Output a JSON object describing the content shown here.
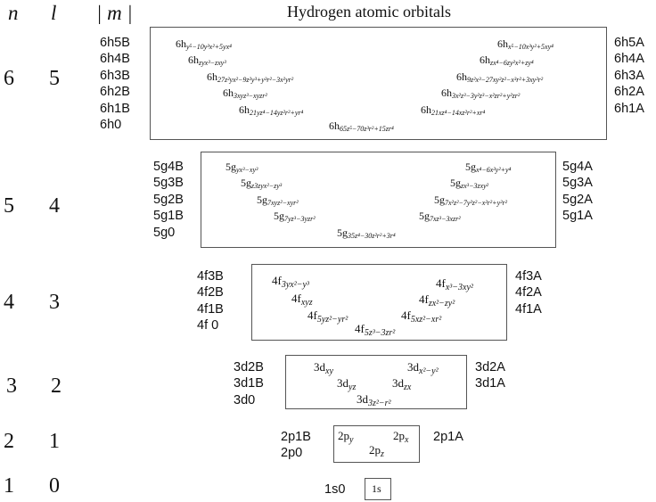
{
  "header": {
    "n": "n",
    "l": "l",
    "m": "| m |"
  },
  "title": "Hydrogen atomic orbitals",
  "rows": [
    {
      "n": "6",
      "l": "5",
      "left_labels": [
        "6h5B",
        "6h4B",
        "6h3B",
        "6h2B",
        "6h1B",
        "6h0"
      ],
      "right_labels": [
        "6h5A",
        "6h4A",
        "6h3A",
        "6h2A",
        "6h1A"
      ],
      "orbitals": [
        {
          "prefix": "6h",
          "sub": "y⁵−10y³x²+5yx⁴"
        },
        {
          "prefix": "6h",
          "sub": "zyx³−zxy³"
        },
        {
          "prefix": "6h",
          "sub": "27z²yx²−9z²y³+y³r²−3x²yr²"
        },
        {
          "prefix": "6h",
          "sub": "3xyz³−xyzr²"
        },
        {
          "prefix": "6h",
          "sub": "21yz⁴−14yz²r²+yr⁴"
        },
        {
          "prefix": "6h",
          "sub": "65z⁵−70z³r²+15zr⁴"
        },
        {
          "prefix": "6h",
          "sub": "x⁵−10x³y²+5xy⁴"
        },
        {
          "prefix": "6h",
          "sub": "zx⁴−6zy²x²+zy⁴"
        },
        {
          "prefix": "6h",
          "sub": "9z²x³−27xy²z²−x³r²+3xy²r²"
        },
        {
          "prefix": "6h",
          "sub": "3x²z³−3y²z³−x²zr²+y²zr²"
        },
        {
          "prefix": "6h",
          "sub": "21xz⁴−14xz²r²+xr⁴"
        }
      ]
    },
    {
      "n": "5",
      "l": "4",
      "left_labels": [
        "5g4B",
        "5g3B",
        "5g2B",
        "5g1B",
        "5g0"
      ],
      "right_labels": [
        "5g4A",
        "5g3A",
        "5g2A",
        "5g1A"
      ],
      "orbitals": [
        {
          "prefix": "5g",
          "sub": "yx³−xy³"
        },
        {
          "prefix": "5g",
          "sub": "z3zyx²−zy³"
        },
        {
          "prefix": "5g",
          "sub": "7xyz²−xyr²"
        },
        {
          "prefix": "5g",
          "sub": "7yz³−3yzr²"
        },
        {
          "prefix": "5g",
          "sub": "35z⁴−30z²r²+3r⁴"
        },
        {
          "prefix": "5g",
          "sub": "x⁴−6x²y²+y⁴"
        },
        {
          "prefix": "5g",
          "sub": "zx³−3zxy²"
        },
        {
          "prefix": "5g",
          "sub": "7x²z²−7y²z²−x²r²+y²r²"
        },
        {
          "prefix": "5g",
          "sub": "7xz³−3xzr²"
        }
      ]
    },
    {
      "n": "4",
      "l": "3",
      "left_labels": [
        "4f3B",
        "4f2B",
        "4f1B",
        "4f 0"
      ],
      "right_labels": [
        "4f3A",
        "4f2A",
        "4f1A"
      ],
      "orbitals": [
        {
          "prefix": "4f",
          "sub": "3yx²−y³"
        },
        {
          "prefix": "4f",
          "sub": "xyz"
        },
        {
          "prefix": "4f",
          "sub": "5yz²−yr²"
        },
        {
          "prefix": "4f",
          "sub": "5z³−3zr²"
        },
        {
          "prefix": "4f",
          "sub": "x³−3xy²"
        },
        {
          "prefix": "4f",
          "sub": "zx²−zy²"
        },
        {
          "prefix": "4f",
          "sub": "5xz²−xr²"
        }
      ]
    },
    {
      "n": "3",
      "l": "2",
      "left_labels": [
        "3d2B",
        "3d1B",
        "3d0"
      ],
      "right_labels": [
        "3d2A",
        "3d1A"
      ],
      "orbitals": [
        {
          "prefix": "3d",
          "sub": "xy"
        },
        {
          "prefix": "3d",
          "sub": "yz"
        },
        {
          "prefix": "3d",
          "sub": "3z²−r²"
        },
        {
          "prefix": "3d",
          "sub": "x²−y²"
        },
        {
          "prefix": "3d",
          "sub": "zx"
        }
      ]
    },
    {
      "n": "2",
      "l": "1",
      "left_labels": [
        "2p1B",
        "2p0"
      ],
      "right_labels": [
        "2p1A"
      ],
      "orbitals": [
        {
          "prefix": "2p",
          "sub": "y"
        },
        {
          "prefix": "2p",
          "sub": "z"
        },
        {
          "prefix": "2p",
          "sub": "x"
        }
      ]
    },
    {
      "n": "1",
      "l": "0",
      "left_labels": [
        "1s0"
      ],
      "right_labels": [],
      "orbitals": [
        {
          "prefix": "1s",
          "sub": ""
        }
      ]
    }
  ]
}
